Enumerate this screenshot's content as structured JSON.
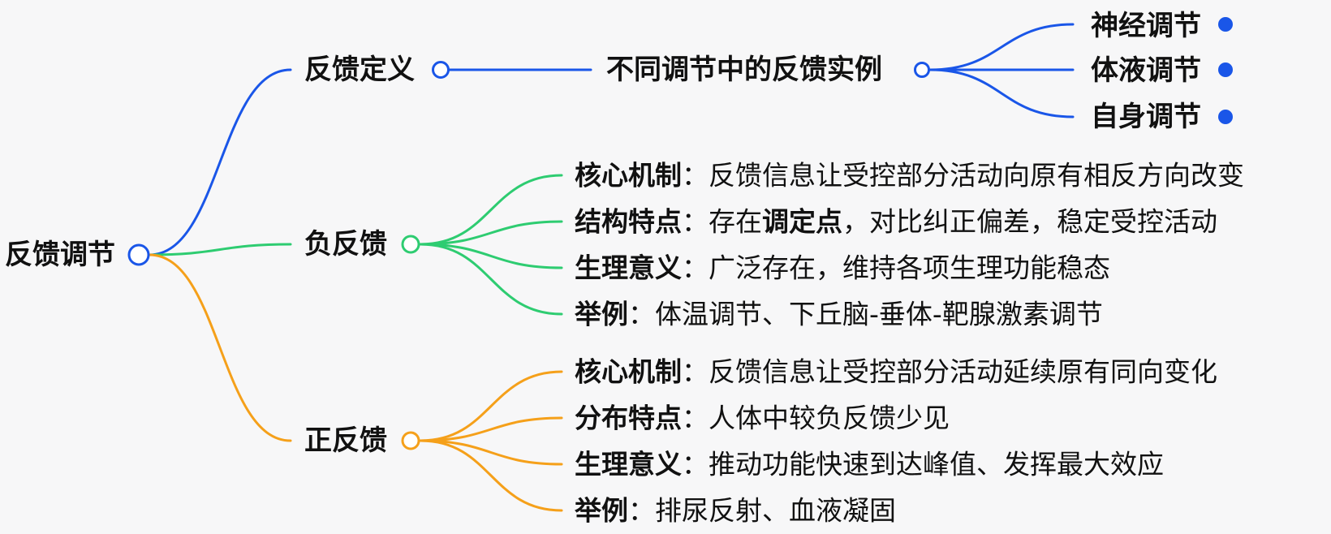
{
  "colors": {
    "blue": "#1a56e8",
    "green": "#2ecc71",
    "orange": "#f5a01a"
  },
  "root": {
    "label": "反馈调节"
  },
  "definition": {
    "label": "反馈定义",
    "examples": {
      "label": "不同调节中的反馈实例",
      "items": [
        "神经调节",
        "体液调节",
        "自身调节"
      ]
    }
  },
  "negative": {
    "label": "负反馈",
    "items": [
      {
        "key": "核心机制",
        "sep": "：",
        "parts": [
          "反馈信息让受控部分活动向原有相反方向改变"
        ]
      },
      {
        "key": "结构特点",
        "sep": "：",
        "parts": [
          "存在",
          "调定点",
          "，对比纠正偏差，稳定受控活动"
        ]
      },
      {
        "key": "生理意义",
        "sep": "：",
        "parts": [
          "广泛存在，维持各项生理功能稳态"
        ]
      },
      {
        "key": "举例",
        "sep": "：",
        "parts": [
          "体温调节、下丘脑-垂体-靶腺激素调节"
        ]
      }
    ]
  },
  "positive": {
    "label": "正反馈",
    "items": [
      {
        "key": "核心机制",
        "sep": "：",
        "parts": [
          "反馈信息让受控部分活动延续原有同向变化"
        ]
      },
      {
        "key": "分布特点",
        "sep": "：",
        "parts": [
          "人体中较负反馈少见"
        ]
      },
      {
        "key": "生理意义",
        "sep": "：",
        "parts": [
          "推动功能快速到达峰值、发挥最大效应"
        ]
      },
      {
        "key": "举例",
        "sep": "：",
        "parts": [
          "排尿反射、血液凝固"
        ]
      }
    ]
  }
}
